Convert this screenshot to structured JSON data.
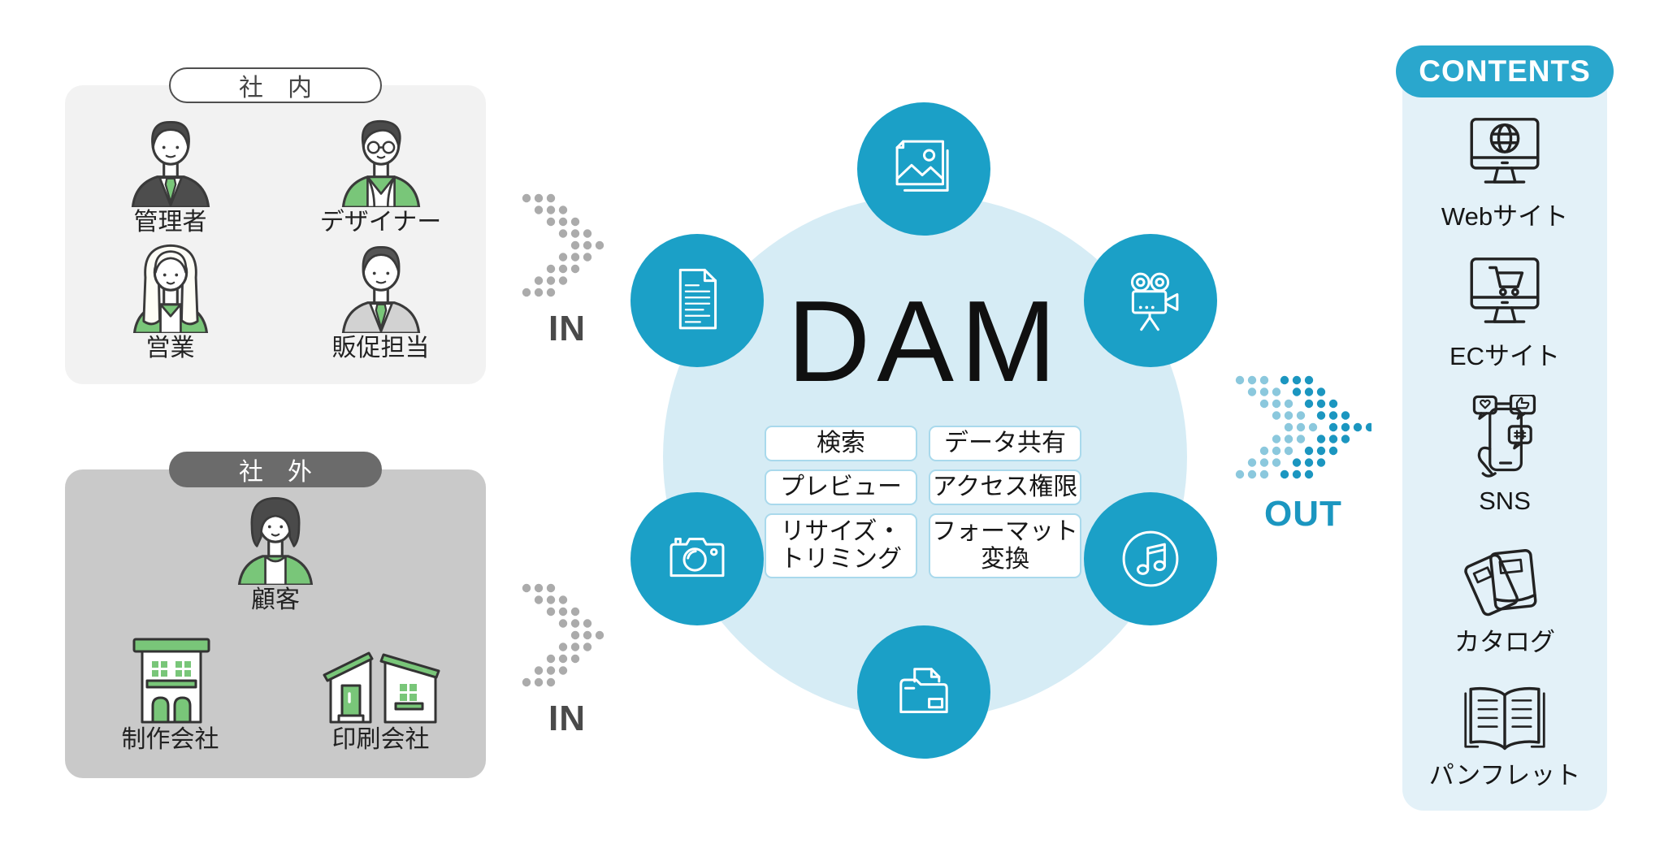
{
  "colors": {
    "teal_circle": "#1ba0c7",
    "dam_circle_bg": "#d6ecf5",
    "contents_bg": "#e3f1f8",
    "contents_header_bg": "#2aa7cd",
    "internal_box_bg": "#f2f2f2",
    "external_box_bg": "#c9c9c9",
    "external_pill_bg": "#6b6b6b",
    "accent_green": "#79c679",
    "in_dots": "#ababab",
    "in_text": "#4a4a4a",
    "out_dots_light": "#8bc8dd",
    "out_dots_dark": "#1b96c0",
    "out_text": "#1b96c0",
    "feature_box_border": "#a9d9ec"
  },
  "internal": {
    "label": "社　内",
    "members": [
      {
        "name": "管理者",
        "icon": "manager-avatar"
      },
      {
        "name": "デザイナー",
        "icon": "designer-avatar"
      },
      {
        "name": "営業",
        "icon": "sales-avatar"
      },
      {
        "name": "販促担当",
        "icon": "promotion-avatar"
      }
    ]
  },
  "external": {
    "label": "社　外",
    "members": [
      {
        "name": "顧客",
        "icon": "customer-avatar"
      },
      {
        "name": "制作会社",
        "icon": "production-company-building-icon"
      },
      {
        "name": "印刷会社",
        "icon": "printing-company-building-icon"
      }
    ]
  },
  "arrows": {
    "in": "IN",
    "out": "OUT"
  },
  "dam": {
    "title": "DAM",
    "features_left": [
      "検索",
      "プレビュー",
      "リサイズ・\nトリミング"
    ],
    "features_right": [
      "データ共有",
      "アクセス権限",
      "フォーマット\n変換"
    ],
    "asset_icons": [
      "image-icon",
      "document-icon",
      "video-camera-icon",
      "photo-camera-icon",
      "music-icon",
      "folder-icon"
    ]
  },
  "contents": {
    "header": "CONTENTS",
    "items": [
      {
        "label": "Webサイト",
        "icon": "website-monitor-icon"
      },
      {
        "label": "ECサイト",
        "icon": "ec-site-monitor-icon"
      },
      {
        "label": "SNS",
        "icon": "sns-phone-icon"
      },
      {
        "label": "カタログ",
        "icon": "catalog-books-icon"
      },
      {
        "label": "パンフレット",
        "icon": "pamphlet-open-book-icon"
      }
    ]
  }
}
